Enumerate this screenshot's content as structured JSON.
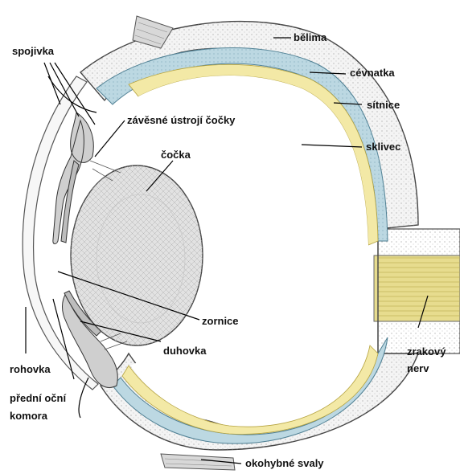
{
  "labels": {
    "belima": "bělima",
    "cevnatka": "cévnatka",
    "sitnice": "sítnice",
    "sklivec": "sklivec",
    "spojivka": "spojivka",
    "zavesne": "závěsné ústrojí čočky",
    "cocka": "čočka",
    "zornice": "zornice",
    "duhovka": "duhovka",
    "rohovka": "rohovka",
    "komora_line1": "přední oční",
    "komora_line2": "komora",
    "nerv_line1": "zrakový",
    "nerv_line2": "nerv",
    "svaly": "okohybné svaly"
  },
  "colors": {
    "sclera": "#f4f4f4",
    "choroid": "#bcd8e2",
    "retina": "#f3e9a6",
    "nerve": "#e7dc8e",
    "lens": "#e2e2e2",
    "outline": "#444444"
  }
}
